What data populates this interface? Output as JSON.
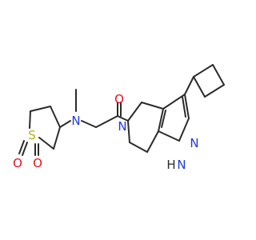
{
  "colors": {
    "bond": "#2b2b2b",
    "nitrogen": "#1f39e6",
    "oxygen": "#e8111c",
    "sulfur": "#b8ad1c"
  },
  "atoms": {
    "o_carbonyl": "O",
    "n_amide": "N",
    "n_amine": "N",
    "n_pyrazole_2": "N",
    "nh_pyrazole": "N",
    "h_pyrazole": "H",
    "s_sulfone": "S",
    "o_sulfone_1": "O",
    "o_sulfone_2": "O"
  }
}
